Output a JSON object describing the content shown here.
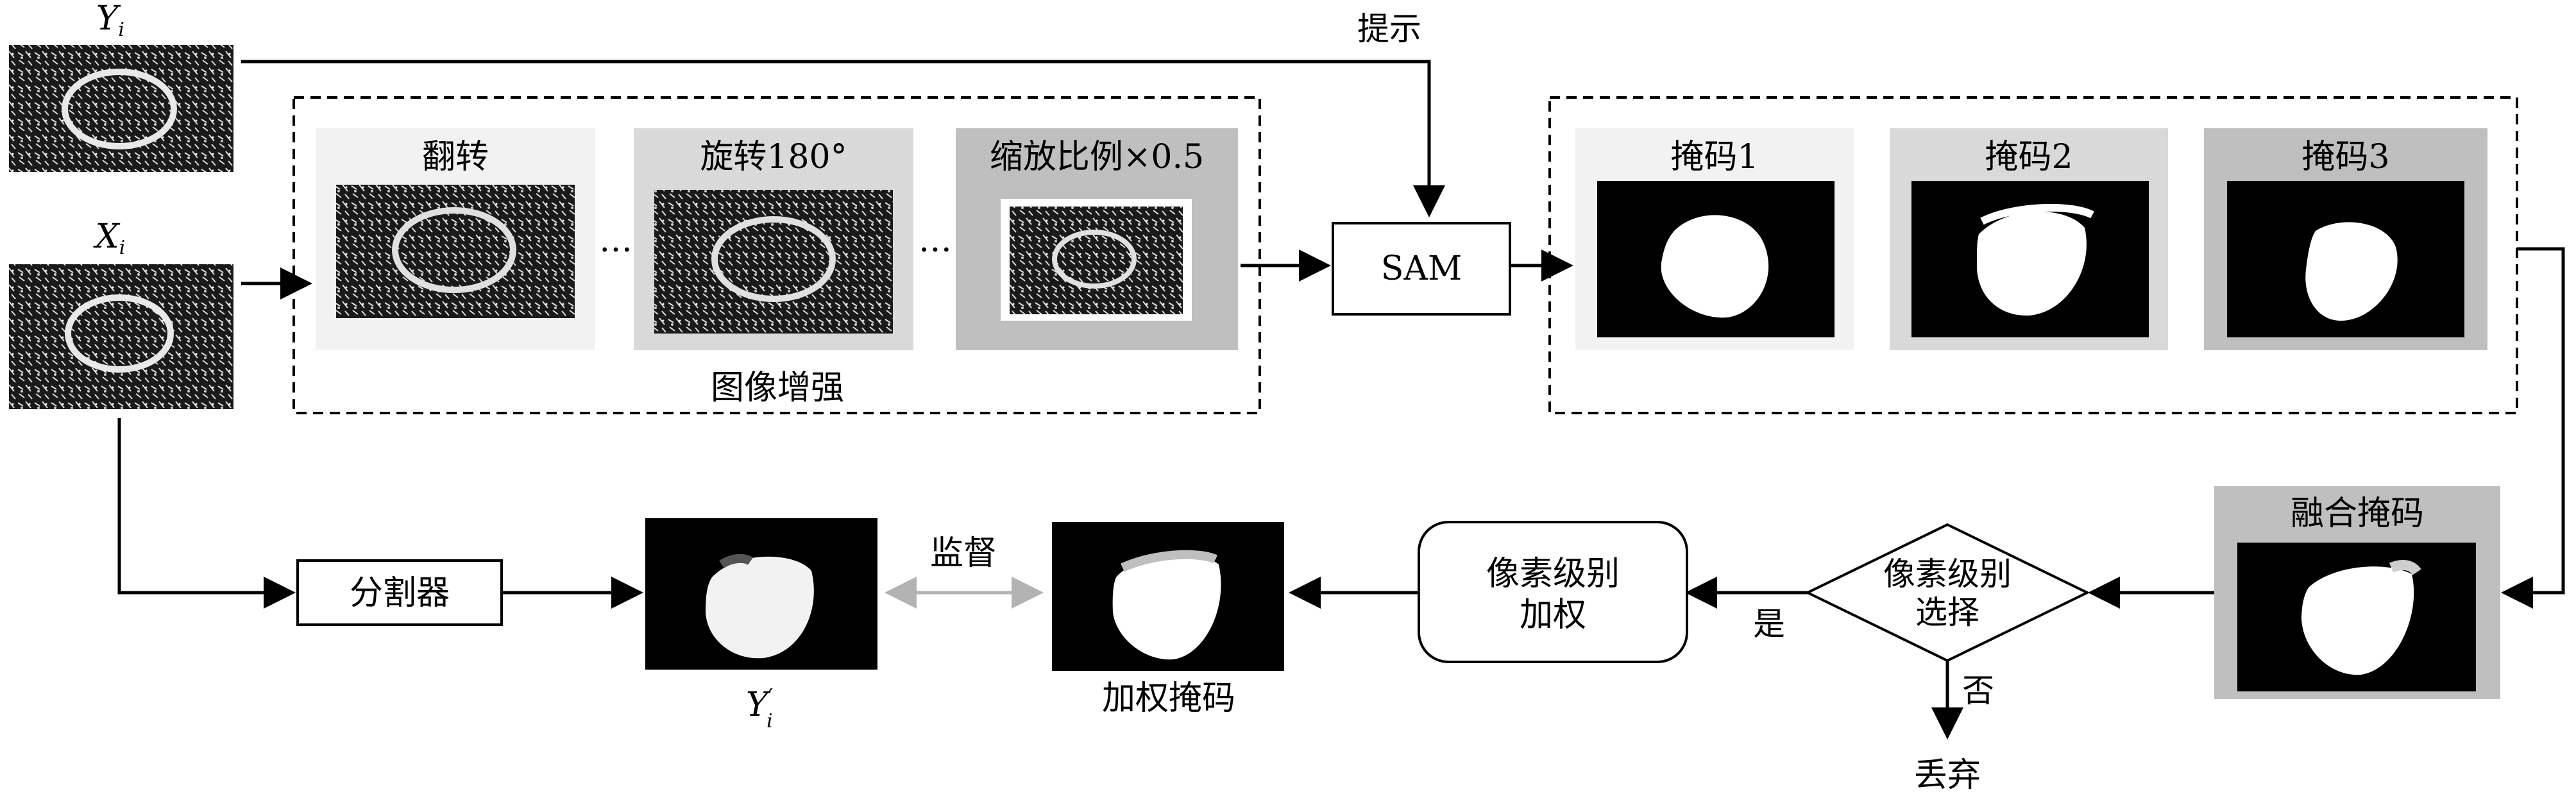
{
  "labels": {
    "yi_var": "Y",
    "yi_sub": "i",
    "xi_var": "X",
    "xi_sub": "i",
    "prompt": "提示",
    "flip": "翻转",
    "rotate": "旋转180°",
    "scale": "缩放比例×0.5",
    "ellipsis": "…",
    "augment_group": "图像增强",
    "sam": "SAM",
    "mask1": "掩码1",
    "mask2": "掩码2",
    "mask3": "掩码3",
    "fused_mask": "融合掩码",
    "pixel_select_line1": "像素级别",
    "pixel_select_line2": "选择",
    "yes": "是",
    "no": "否",
    "discard": "丢弃",
    "pixel_weight_line1": "像素级别",
    "pixel_weight_line2": "加权",
    "weighted_mask": "加权掩码",
    "supervise": "监督",
    "segmenter": "分割器",
    "yi_pred_var": "Y",
    "yi_pred_prime": "′",
    "yi_pred_sub": "i"
  },
  "colors": {
    "panel_light": "#f2f2f2",
    "panel_mid": "#d9d9d9",
    "panel_dark": "#bfbfbf",
    "supervise_arrow": "#b3b3b3",
    "mri_dark": "#1a1a1a"
  }
}
